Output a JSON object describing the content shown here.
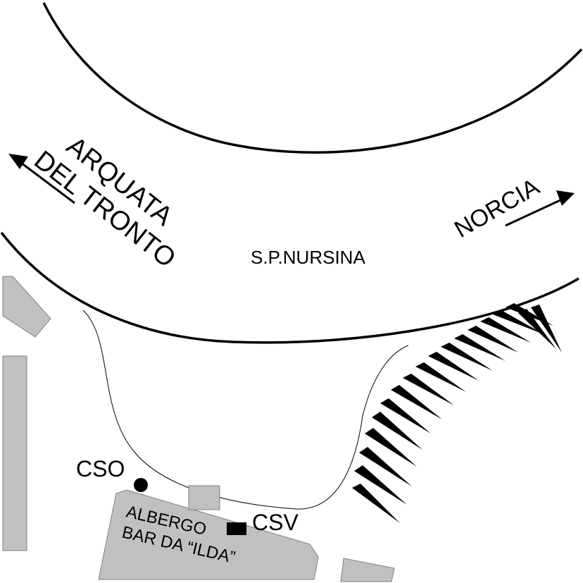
{
  "road": {
    "name": "S.P.NURSINA"
  },
  "directions": {
    "west_line1": "ARQUATA",
    "west_line2": "DEL TRONTO",
    "east": "NORCIA"
  },
  "points": {
    "cso": "CSO",
    "csv": "CSV"
  },
  "building": {
    "line1": "ALBERGO",
    "line2": "BAR DA “ILDA”"
  },
  "colors": {
    "building_fill": "#c0c0c0",
    "line": "#000000",
    "background": "#ffffff"
  }
}
